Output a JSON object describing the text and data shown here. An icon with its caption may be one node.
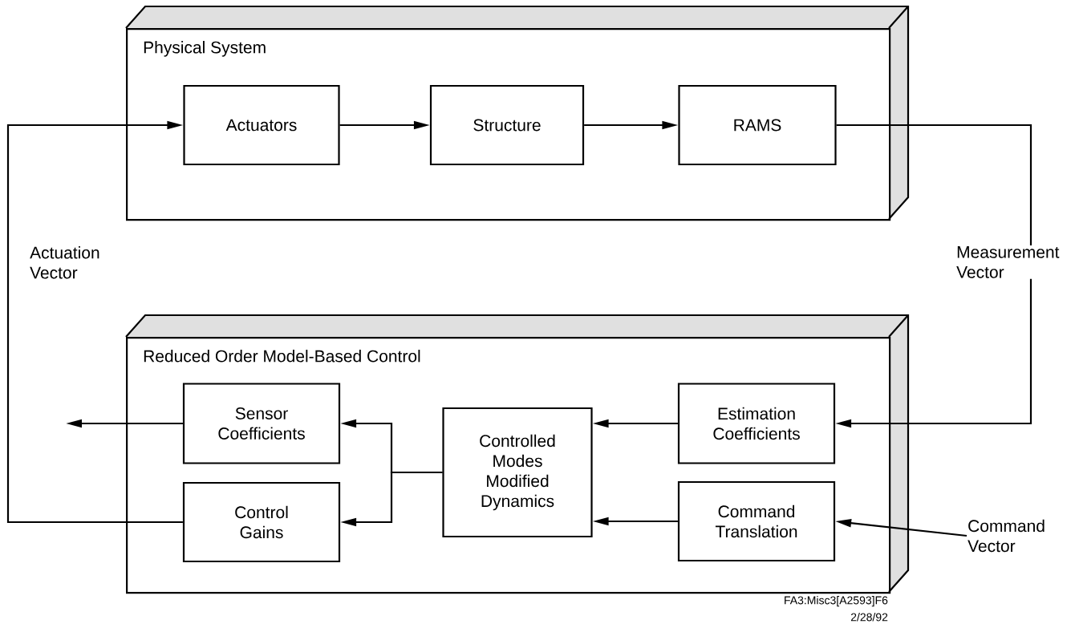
{
  "diagram": {
    "nodes": [
      {
        "text": [
          "Physical System"
        ]
      },
      {
        "text": [
          "Actuators"
        ],
        "in": 0
      },
      {
        "text": [
          "Structure"
        ],
        "in": 0
      },
      {
        "text": [
          "RAMS"
        ],
        "in": 0
      },
      {
        "text": [
          "Reduced Order Model-Based Control"
        ]
      },
      {
        "text": [
          "Sensor Coefficients"
        ],
        "in": 4
      },
      {
        "text": [
          "Control Gains"
        ],
        "in": 4
      },
      {
        "text": [
          "Controlled Modes Modified Dynamics"
        ],
        "in": 4
      },
      {
        "text": [
          "Estimation Coefficients"
        ],
        "in": 4
      },
      {
        "text": [
          "Command Translation"
        ],
        "in": 4
      },
      {
        "text": [
          "Command Vector"
        ]
      }
    ],
    "edges": [
      {
        "from": 1,
        "to": 2,
        "arrow": "to"
      },
      {
        "from": 2,
        "to": 3,
        "arrow": "to"
      },
      {
        "from": 3,
        "to": 8,
        "arrow": "to",
        "label": "Measurement Vector"
      },
      {
        "from": 6,
        "to": 1,
        "arrow": "to",
        "label": "Actuation Vector"
      },
      {
        "from": 8,
        "to": 7,
        "arrow": "to"
      },
      {
        "from": 9,
        "to": 7,
        "arrow": "to"
      },
      {
        "from": 7,
        "to": 5,
        "arrow": "to"
      },
      {
        "from": 7,
        "to": 6,
        "arrow": "to"
      },
      {
        "from": 10,
        "to": 9,
        "arrow": "to"
      },
      {
        "from": 5,
        "to": null,
        "arrow": "to"
      }
    ],
    "labels": [
      "FA3:Misc3[A2593]F6",
      "2/28/92"
    ]
  }
}
